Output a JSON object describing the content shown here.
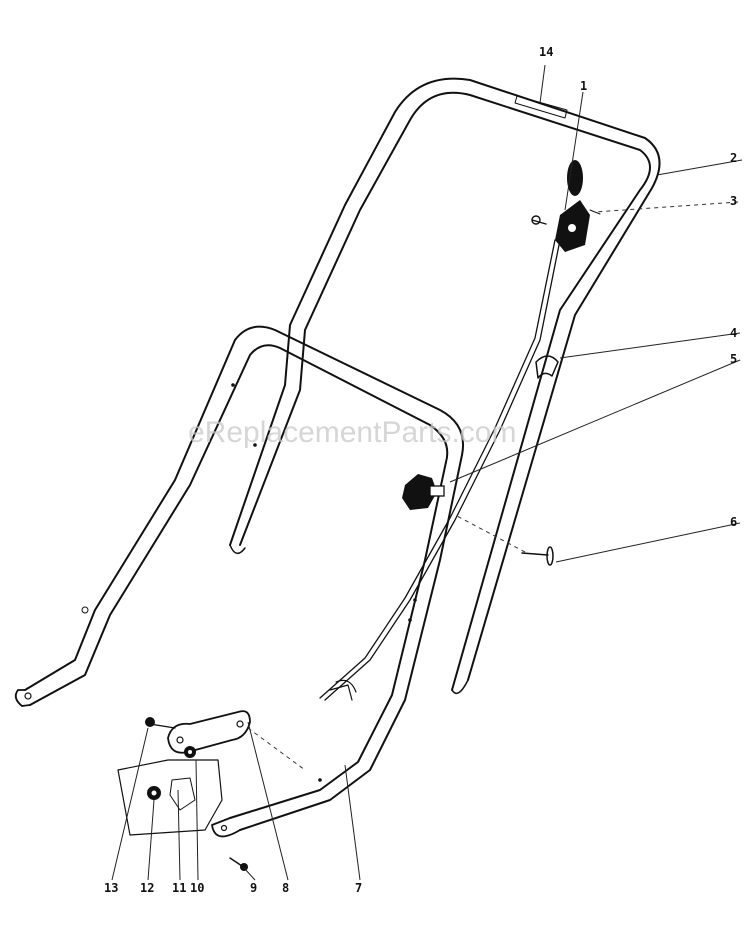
{
  "watermark": "eReplacementParts.com",
  "callouts": {
    "c1": "1",
    "c2": "2",
    "c3": "3",
    "c4": "4",
    "c5": "5",
    "c6": "6",
    "c7": "7",
    "c8": "8",
    "c9": "9",
    "c10": "10",
    "c11": "11",
    "c12": "12",
    "c13": "13",
    "c14": "14"
  },
  "colors": {
    "ink": "#111111",
    "watermark": "#c9c9c9",
    "background": "#ffffff"
  }
}
